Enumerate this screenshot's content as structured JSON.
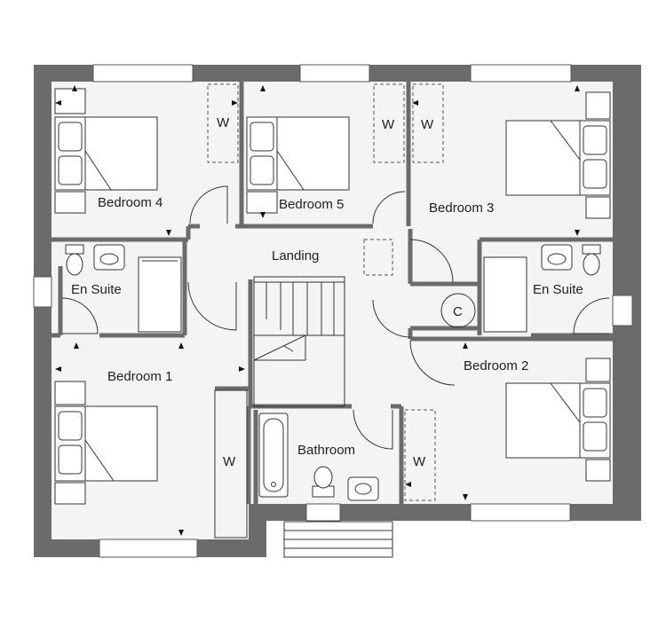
{
  "rooms": {
    "bedroom4": "Bedroom 4",
    "bedroom5": "Bedroom 5",
    "bedroom3": "Bedroom 3",
    "landing": "Landing",
    "ensuite_left": "En Suite",
    "ensuite_right": "En Suite",
    "bedroom1": "Bedroom 1",
    "bedroom2": "Bedroom 2",
    "bathroom": "Bathroom"
  },
  "wardrobes": {
    "w_bed4": "W",
    "w_bed5": "W",
    "w_bed3": "W",
    "w_bed1": "W",
    "w_bed2": "W"
  },
  "cupboard": "C",
  "colors": {
    "wall": "#6b6b6b",
    "floor": "#f4f4f4",
    "line": "#333333"
  }
}
